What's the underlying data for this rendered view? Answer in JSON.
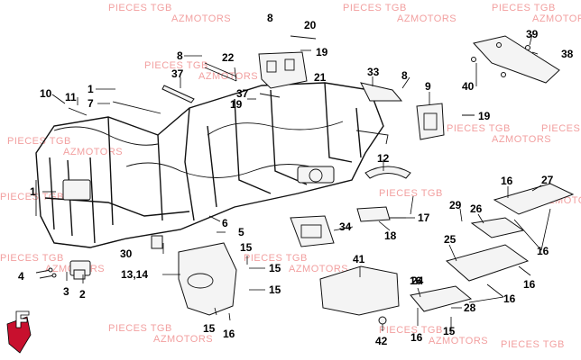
{
  "watermark": {
    "brand": "PIECES TGB",
    "site": "AZMOTORS",
    "color": "#f2a0a0"
  },
  "callouts": [
    "1",
    "2",
    "3",
    "4",
    "5",
    "6",
    "7",
    "8",
    "9",
    "10",
    "11",
    "12",
    "13,14",
    "15",
    "16",
    "17",
    "18",
    "19",
    "20",
    "21",
    "22",
    "24",
    "25",
    "26",
    "27",
    "28",
    "29",
    "30",
    "33",
    "34",
    "37",
    "38",
    "39",
    "40",
    "41",
    "42"
  ],
  "logo": {
    "name": "tgb-logo-icon",
    "text": "F"
  }
}
